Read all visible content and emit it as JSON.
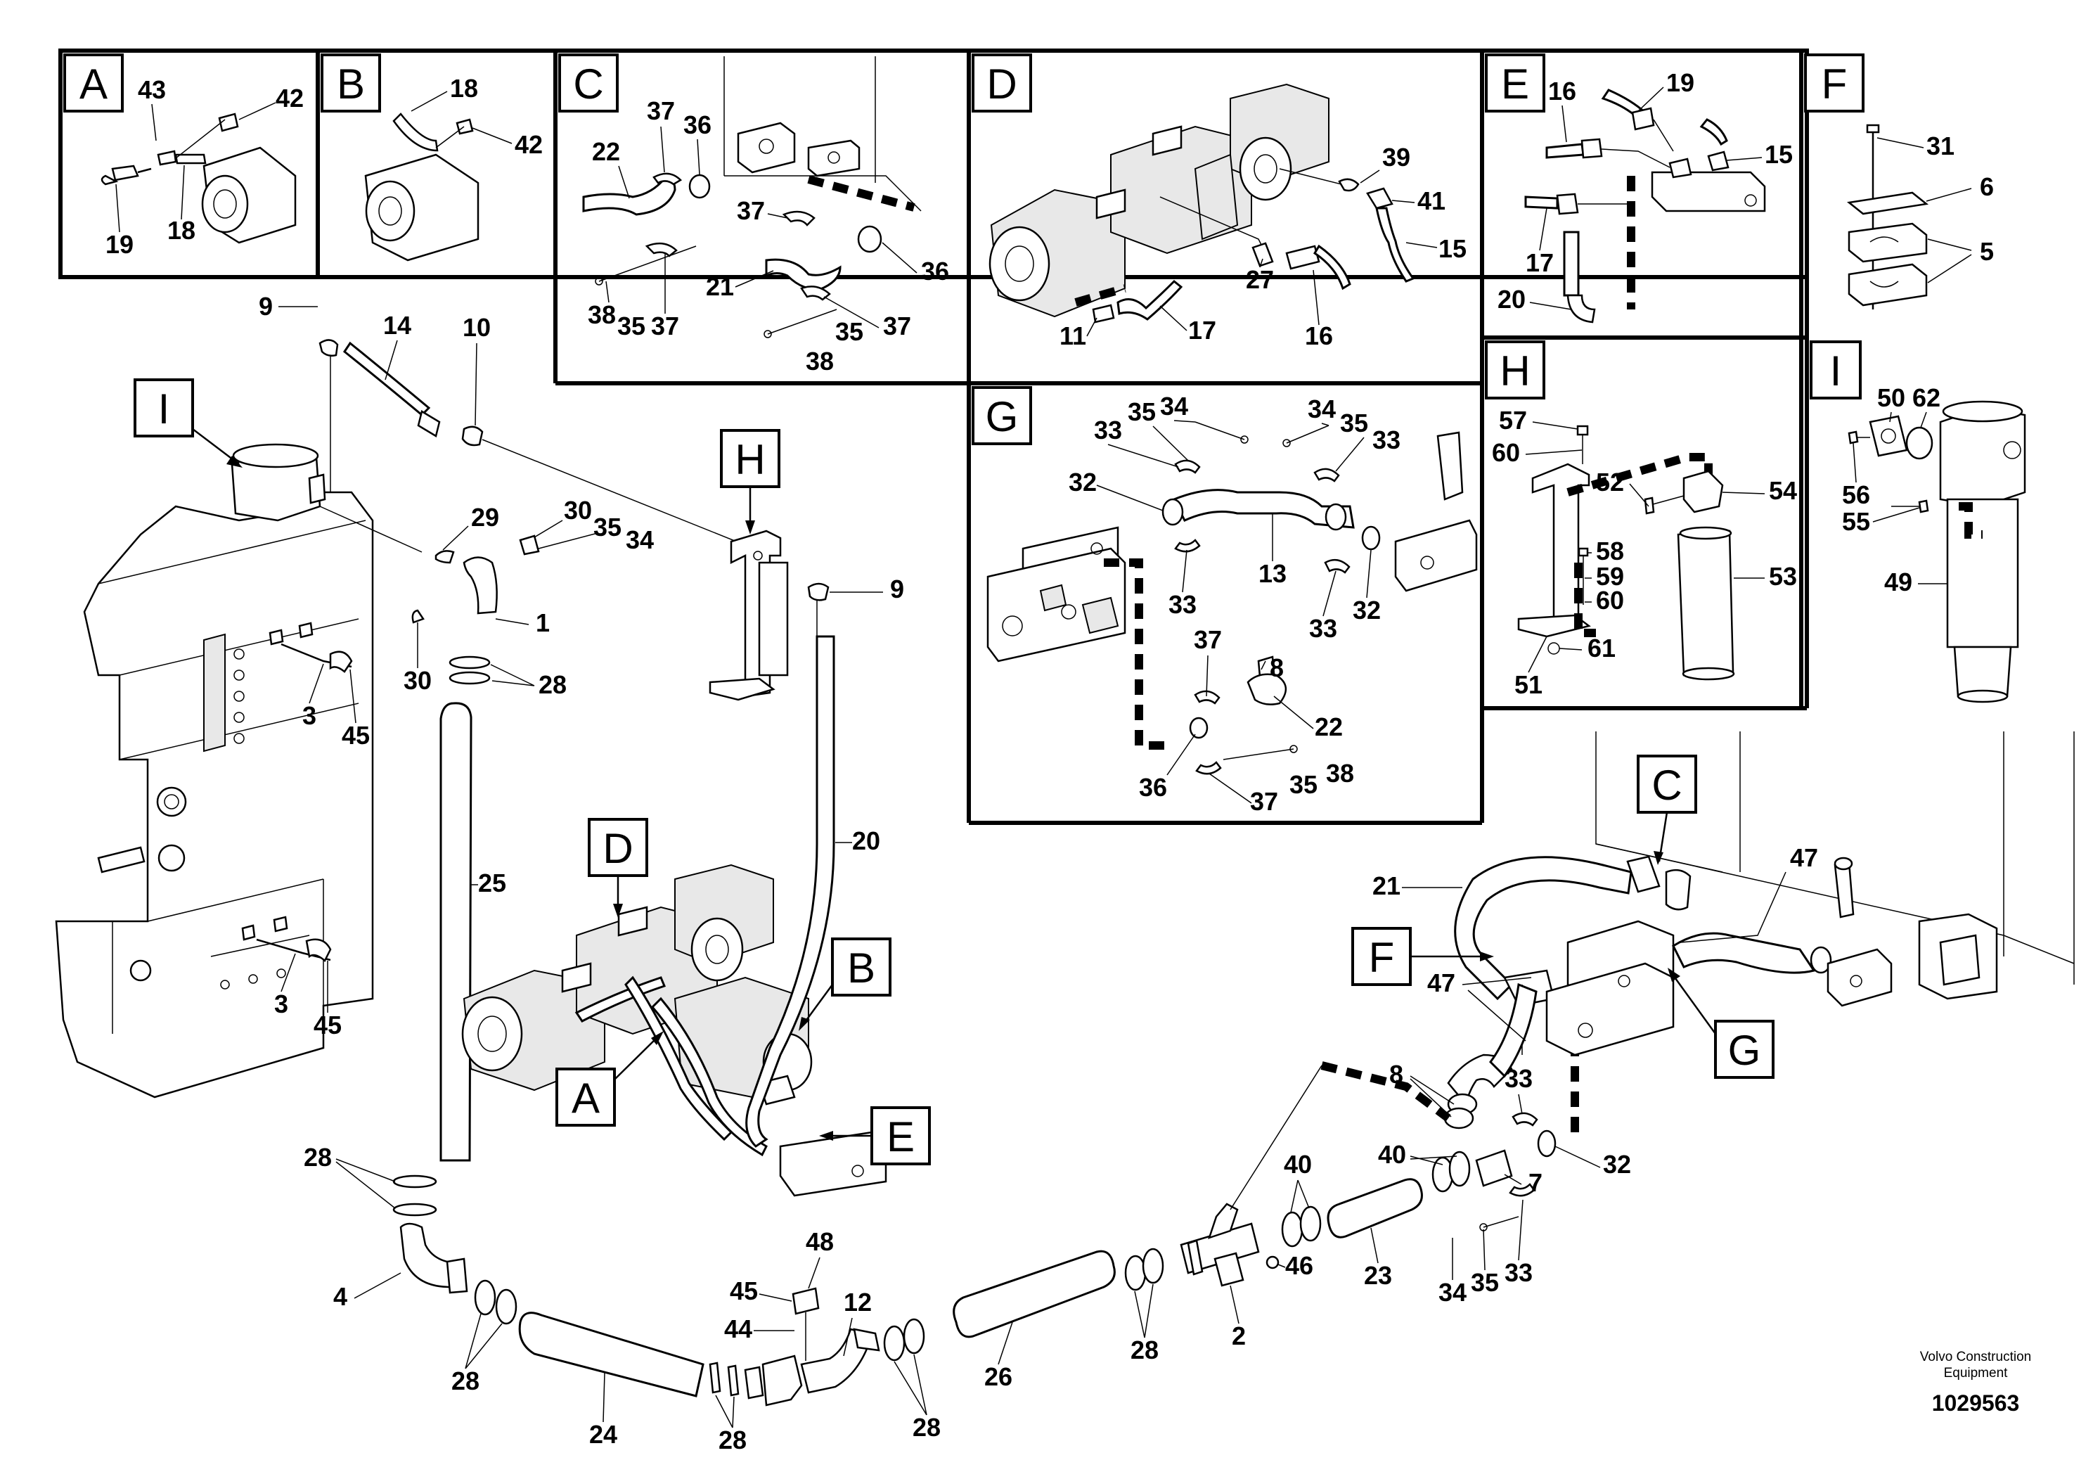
{
  "panels": [
    {
      "letter": "A",
      "callouts": [
        "43",
        "42",
        "19",
        "18"
      ]
    },
    {
      "letter": "B",
      "callouts": [
        "18",
        "42"
      ]
    },
    {
      "letter": "C",
      "callouts": [
        "37",
        "36",
        "22",
        "37",
        "36",
        "21",
        "38",
        "35",
        "37",
        "35",
        "37",
        "38"
      ]
    },
    {
      "letter": "D",
      "callouts": [
        "39",
        "41",
        "15",
        "27",
        "16",
        "11",
        "17"
      ]
    },
    {
      "letter": "E",
      "callouts": [
        "16",
        "19",
        "15",
        "17",
        "20"
      ]
    },
    {
      "letter": "F",
      "callouts": [
        "31",
        "6",
        "5"
      ]
    },
    {
      "letter": "G",
      "callouts": [
        "34",
        "35",
        "33",
        "34",
        "35",
        "33",
        "32",
        "13",
        "33",
        "33",
        "32",
        "37",
        "8",
        "22",
        "36",
        "35",
        "38",
        "37"
      ]
    },
    {
      "letter": "H",
      "callouts": [
        "57",
        "60",
        "52",
        "54",
        "58",
        "59",
        "60",
        "53",
        "61",
        "51"
      ]
    },
    {
      "letter": "I",
      "callouts": [
        "50",
        "62",
        "56",
        "55",
        "49"
      ]
    }
  ],
  "main_markers": [
    "I",
    "H",
    "D",
    "B",
    "A",
    "E",
    "C",
    "F",
    "G"
  ],
  "main_callouts": {
    "c9a": "9",
    "c14": "14",
    "c10": "10",
    "c29": "29",
    "c30a": "30",
    "c35a": "35",
    "c34a": "34",
    "c1": "1",
    "c30b": "30",
    "c28a": "28",
    "c3a": "3",
    "c45a": "45",
    "c9b": "9",
    "c20": "20",
    "c25": "25",
    "c3b": "3",
    "c45b": "45",
    "c21": "21",
    "c47a": "47",
    "c47b": "47",
    "c8": "8",
    "c33a": "33",
    "c40a": "40",
    "c32": "32",
    "c7": "7",
    "c40b": "40",
    "c28b": "28",
    "c4": "4",
    "c28c": "28",
    "c24": "24",
    "c48": "48",
    "c45c": "45",
    "c44": "44",
    "c12": "12",
    "c28d": "28",
    "c28e": "28",
    "c26": "26",
    "c28f": "28",
    "c46": "46",
    "c2": "2",
    "c23": "23",
    "c34b": "34",
    "c35b": "35",
    "c33b": "33"
  },
  "footer": {
    "company_line1": "Volvo Construction",
    "company_line2": "Equipment",
    "drawing_number": "1029563"
  }
}
